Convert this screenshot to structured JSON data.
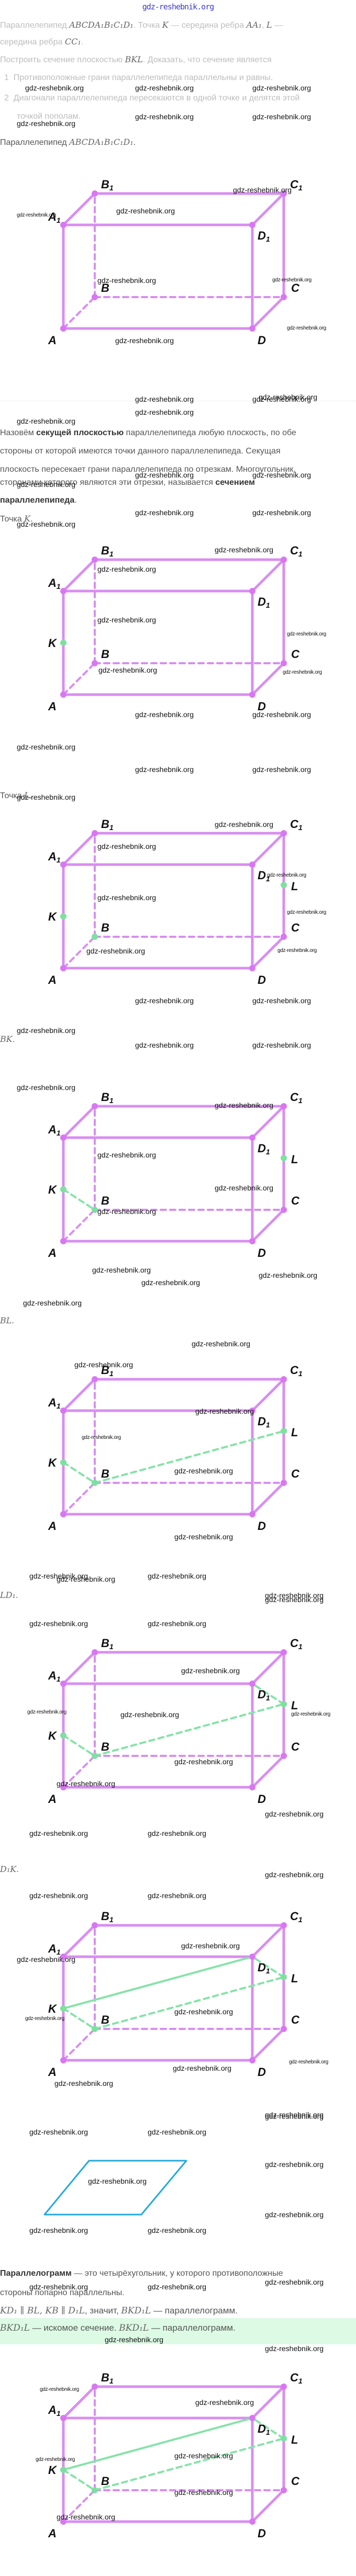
{
  "site_link": "gdz-reshebnik.org",
  "watermark": "gdz-reshebnik.org",
  "problem": {
    "line1_prefix": "Параллелепипед ",
    "line1_math1": "ABCDA₁B₁C₁D₁",
    "line1_mid": ". Точка ",
    "line1_math2": "K",
    "line1_mid2": " — середина ребра ",
    "line1_math3": "AA₁",
    "line1_mid3": ", ",
    "line1_math4": "L",
    "line1_suffix": " —",
    "line2_prefix": "середина ребра ",
    "line2_math": "CC₁",
    "line2_suffix": ".",
    "line3_prefix": "Построить сечение плоскостью ",
    "line3_math": "BKL",
    "line3_suffix": ". Доказать, что сечение является",
    "hints": [
      {
        "num": "1",
        "text": "Противоположные грани параллелепипеда параллельны и равны."
      },
      {
        "num": "2",
        "text": "Диагонали параллелепипеда пересекаются в одной точке и делятся этой"
      },
      {
        "num": "",
        "text": "точкой пополам."
      }
    ]
  },
  "caption_box": {
    "prefix": "Параллелепипед ",
    "math": "ABCDA₁B₁C₁D₁",
    "suffix": "."
  },
  "definition": {
    "l1_prefix": "Назовём ",
    "l1_bold": "секущей плоскостью",
    "l1_suffix": " параллелепипеда любую плоскость, по обе",
    "l2": "стороны от которой имеются точки данного параллелепипеда. Секущая",
    "l3": "плоскость пересекает грани параллелепипеда по отрезкам. Многоугольник,",
    "l4_prefix": "сторонами которого являются эти отрезки, называется ",
    "l4_bold": "сечением",
    "l5_bold": "параллелепипеда",
    "l5_suffix": "."
  },
  "steps": [
    {
      "prefix": "Точка ",
      "math": "K",
      "suffix": "."
    },
    {
      "prefix": "Точка ",
      "math": "L",
      "suffix": "."
    },
    {
      "prefix": "",
      "math": "BK",
      "suffix": "."
    },
    {
      "prefix": "",
      "math": "BL",
      "suffix": "."
    },
    {
      "prefix": "",
      "math": "LD₁",
      "suffix": "."
    },
    {
      "prefix": "",
      "math": "D₁K",
      "suffix": "."
    }
  ],
  "parallelogram_def": {
    "bold": "Параллелограмм",
    "rest": " — это четырёхугольник, у которого противоположные",
    "l2": "стороны попарно параллельны."
  },
  "conclusion": {
    "math1": "KD₁ ∥ BL,  KB ∥ D₁L",
    "mid": ", значит, ",
    "math2": "BKD₁L",
    "suffix": " — параллелограмм."
  },
  "answer": {
    "math1": "BKD₁L",
    "mid": " — искомое сечение. ",
    "math2": "BKD₁L",
    "suffix": " — параллелограмм."
  },
  "vertex_labels": {
    "A": "A",
    "B": "B",
    "C": "C",
    "D": "D",
    "A1": "A",
    "B1": "B",
    "C1": "C",
    "D1": "D",
    "sub": "1",
    "K": "K",
    "L": "L"
  },
  "colors": {
    "edge": "#d88ef0",
    "vertex": "#d977f2",
    "section": "#86e3a8",
    "section_point": "#7ee0a0",
    "parallelogram": "#22aadd",
    "highlight": "#dcfae4",
    "site_link": "#3a3ac8"
  },
  "figures": [
    {
      "id": "base",
      "points": [],
      "segments": []
    },
    {
      "id": "point-k",
      "points": [
        "K"
      ],
      "segments": []
    },
    {
      "id": "point-l",
      "points": [
        "K",
        "L",
        "B"
      ],
      "segments": []
    },
    {
      "id": "segment-bk",
      "points": [
        "K",
        "L",
        "B"
      ],
      "segments": [
        {
          "from": "K",
          "to": "B",
          "style": "dashed"
        }
      ]
    },
    {
      "id": "segment-bl",
      "points": [
        "K",
        "L",
        "B"
      ],
      "segments": [
        {
          "from": "K",
          "to": "B",
          "style": "dashed"
        },
        {
          "from": "B",
          "to": "L",
          "style": "dashed"
        }
      ]
    },
    {
      "id": "segment-ld1",
      "points": [
        "K",
        "L",
        "B"
      ],
      "segments": [
        {
          "from": "K",
          "to": "B",
          "style": "dashed"
        },
        {
          "from": "B",
          "to": "L",
          "style": "dashed"
        },
        {
          "from": "L",
          "to": "D1",
          "style": "dashed"
        }
      ]
    },
    {
      "id": "segment-d1k",
      "points": [
        "K",
        "L",
        "B"
      ],
      "segments": [
        {
          "from": "K",
          "to": "B",
          "style": "dashed"
        },
        {
          "from": "B",
          "to": "L",
          "style": "dashed"
        },
        {
          "from": "L",
          "to": "D1",
          "style": "dashed"
        },
        {
          "from": "D1",
          "to": "K",
          "style": "solid"
        }
      ]
    },
    {
      "id": "final",
      "points": [
        "K",
        "L",
        "B"
      ],
      "segments": [
        {
          "from": "K",
          "to": "B",
          "style": "dashed"
        },
        {
          "from": "B",
          "to": "L",
          "style": "dashed"
        },
        {
          "from": "L",
          "to": "D1",
          "style": "dashed"
        },
        {
          "from": "D1",
          "to": "K",
          "style": "solid"
        }
      ]
    }
  ]
}
